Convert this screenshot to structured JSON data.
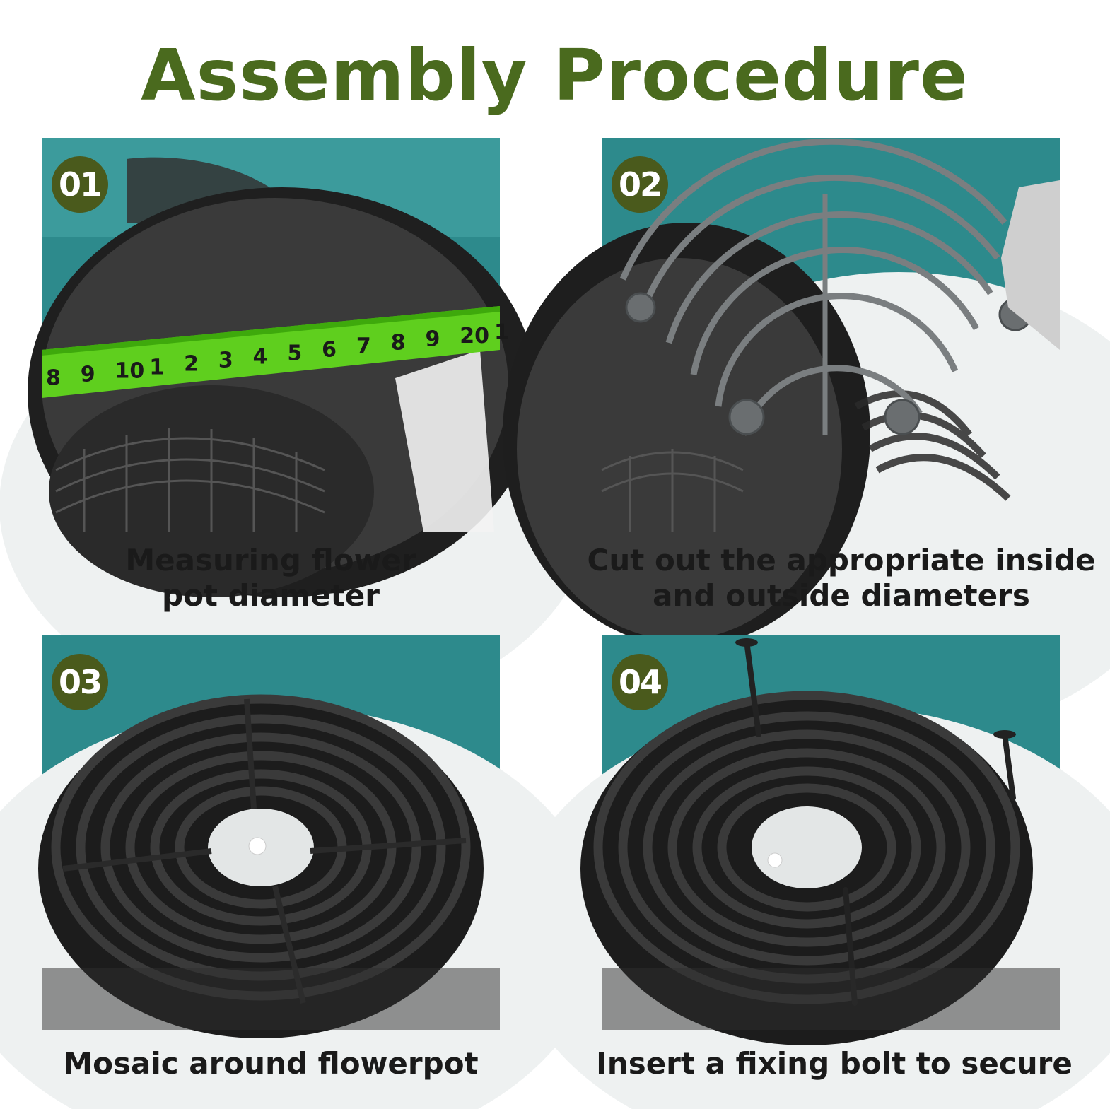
{
  "title": "Assembly Procedure",
  "colors": {
    "title": "#4a6a1e",
    "badge": "#4a5a1c",
    "backdrop": "#2d8a8c",
    "pot": "#2a2a2a",
    "tape": "#5fcf1e"
  },
  "steps": [
    {
      "number": "01",
      "caption_line1": "Measuring flower",
      "caption_line2": "pot diameter"
    },
    {
      "number": "02",
      "caption_line1": "Cut out the appropriate inside",
      "caption_line2": "and outside diameters"
    },
    {
      "number": "03",
      "caption_line1": "Mosaic around flowerpot",
      "caption_line2": ""
    },
    {
      "number": "04",
      "caption_line1": "Insert a fixing bolt to secure",
      "caption_line2": ""
    }
  ],
  "tape_numbers": [
    "8",
    "9",
    "10",
    "1",
    "2",
    "3",
    "4",
    "5",
    "6",
    "7",
    "8",
    "9",
    "20",
    "1"
  ]
}
